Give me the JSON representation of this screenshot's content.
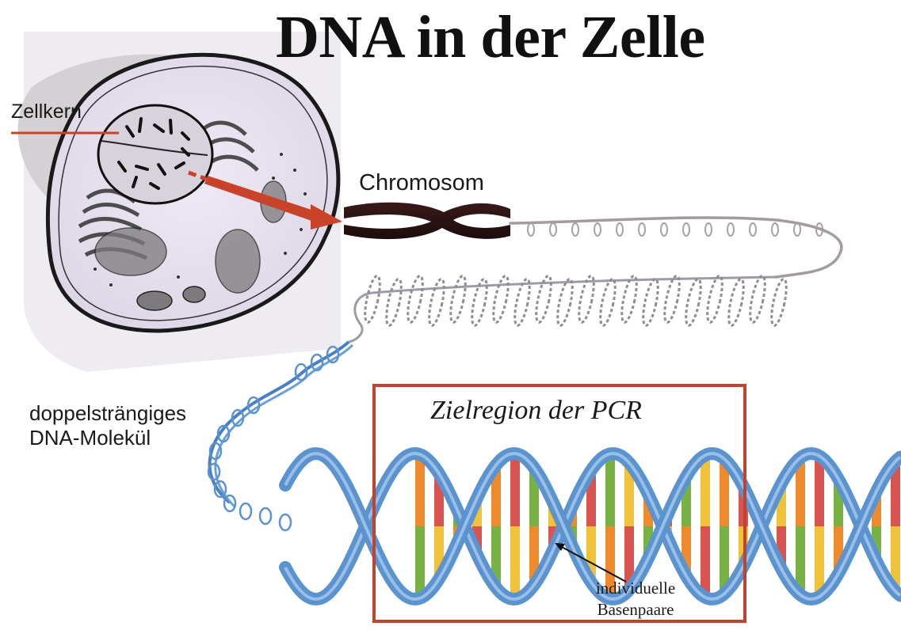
{
  "title": "DNA in der Zelle",
  "labels": {
    "zellkern": "Zellkern",
    "chromosom": "Chromosom",
    "dna_molecule_line1": "doppelsträngiges",
    "dna_molecule_line2": "DNA-Molekül",
    "pcr_region": "Zielregion der PCR",
    "base_pairs_line1": "individuelle",
    "base_pairs_line2": "Basenpaare"
  },
  "colors": {
    "arrow": "#c9432b",
    "box": "#c0432e",
    "backbone": "#5b93cf",
    "base_orange": "#ef8a2c",
    "base_green": "#79b244",
    "base_red": "#d9534f",
    "base_yellow": "#f0c23a"
  }
}
